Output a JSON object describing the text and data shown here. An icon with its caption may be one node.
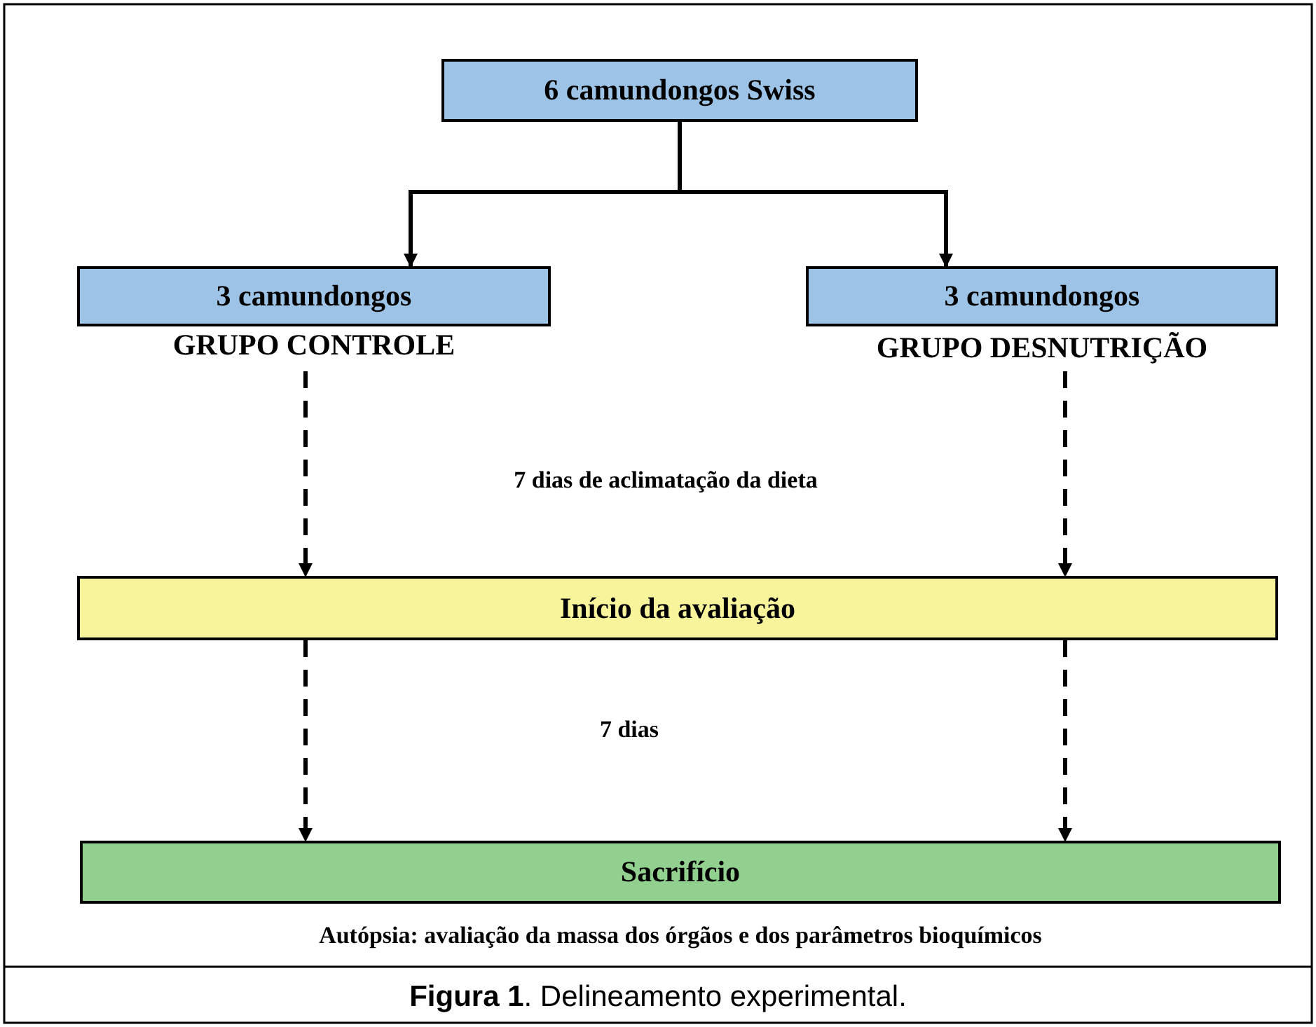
{
  "diagram": {
    "caption": "**Figura 1**. Delineamento experimental.",
    "nodes": [
      {
        "text": [
          "6 camundongos Swiss"
        ]
      },
      {
        "text": [
          "3 camundongos"
        ],
        "beside": [
          "GRUPO CONTROLE"
        ]
      },
      {
        "text": [
          "3 camundongos"
        ],
        "beside": [
          "GRUPO DESNUTRIÇÃO"
        ]
      },
      {
        "text": [
          "Início da avaliação"
        ]
      },
      {
        "text": [
          "Sacrifício"
        ],
        "beside": [
          "Autópsia: avaliação da massa dos órgãos e dos parâmetros bioquímicos"
        ]
      }
    ],
    "edges": [
      {
        "from": 0,
        "to": 1,
        "arrow": "to"
      },
      {
        "from": 0,
        "to": 2,
        "arrow": "to"
      },
      {
        "from": 1,
        "to": 3,
        "arrow": "to",
        "style": "dashed"
      },
      {
        "from": 2,
        "to": 3,
        "arrow": "to",
        "style": "dashed"
      },
      {
        "from": 3,
        "to": 4,
        "arrow": "to",
        "style": "dashed"
      },
      {
        "from": 3,
        "to": 4,
        "arrow": "to",
        "style": "dashed"
      }
    ],
    "labels": [
      "7 dias de aclimatação da dieta",
      "7 dias"
    ]
  }
}
